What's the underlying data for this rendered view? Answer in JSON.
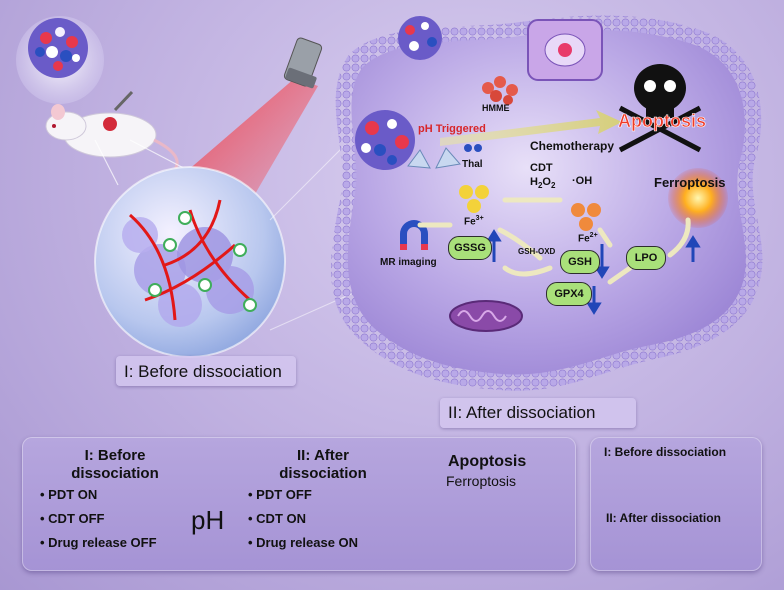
{
  "diagram": {
    "in_vivo": {
      "caption": "I: Before dissociation"
    },
    "cell": {
      "caption": "II: After dissociation",
      "labels": {
        "ph_triggered": "pH Triggered",
        "hmme": "HMME",
        "chemotherapy": "Chemotherapy",
        "apoptosis": "Apoptosis",
        "thal": "Thal",
        "cdt": "CDT",
        "h2o2_base": "H",
        "h2o2_sub1": "2",
        "h2o2_mid": "O",
        "h2o2_sub2": "2",
        "oh": "·OH",
        "fe3_base": "Fe",
        "fe3_sup": "3+",
        "fe2_base": "Fe",
        "fe2_sup": "2+",
        "ferroptosis": "Ferroptosis",
        "mr_imaging": "MR imaging",
        "gssg": "GSSG",
        "gsh_oxd": "GSH-OXD",
        "gsh": "GSH",
        "lpo": "LPO",
        "gpx4": "GPX4"
      }
    },
    "bottom_panel": {
      "before": {
        "title_line1": "I: Before",
        "title_line2": "dissociation",
        "items": [
          "PDT ON",
          "CDT OFF",
          "Drug release OFF"
        ]
      },
      "ph": "pH",
      "after": {
        "title_line1": "II: After",
        "title_line2": "dissociation",
        "items": [
          "PDT OFF",
          "CDT ON",
          "Drug release ON"
        ]
      },
      "outcome_line1": "Apoptosis",
      "outcome_line2": "Ferroptosis"
    },
    "mri_panel": {
      "before_label": "I: Before dissociation",
      "after_label": "II: After dissociation"
    },
    "colors": {
      "laser_red": "#e01010",
      "apoptosis_red": "#f03a28",
      "ph_triggered_red": "#d8262a",
      "gsh_green": "#a9e07a",
      "fe_orange": "#f08a3c",
      "fe_yellow": "#f3d23a",
      "arrow_blue": "#2146b8"
    }
  }
}
